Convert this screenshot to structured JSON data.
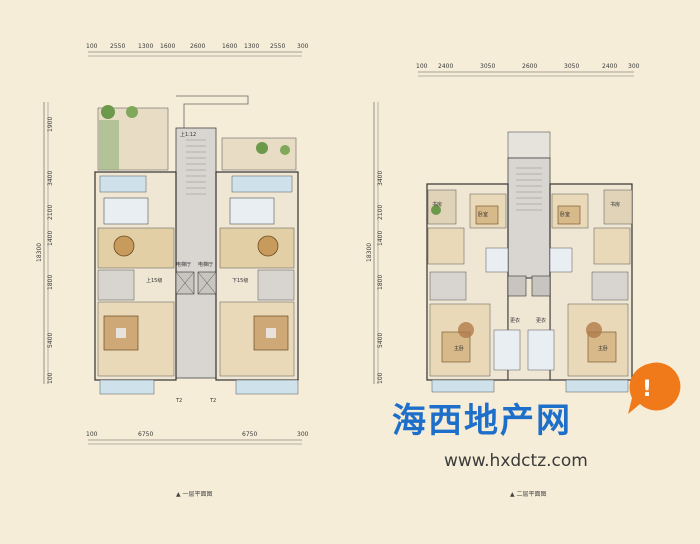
{
  "plan1": {
    "top_dims": [
      "100",
      "2550",
      "1300",
      "1600",
      "2600",
      "1600",
      "1300",
      "2550",
      "300"
    ],
    "bottom_dims": [
      "100",
      "6750",
      "6750",
      "300"
    ],
    "left_dims": [
      "1900",
      "3400",
      "2100",
      "1400",
      "1800",
      "5400",
      "100"
    ],
    "left_total": "18300",
    "caption": "▲ 一层平面图",
    "labels": {
      "up_top": "上1:12",
      "stair_note_l": "上15级",
      "stair_note_r": "下15级",
      "elev1": "电梯厅",
      "elev2": "电梯厅",
      "t2_a": "T2",
      "t2_b": "T2"
    }
  },
  "plan2": {
    "top_dims": [
      "100",
      "2400",
      "3050",
      "2600",
      "3050",
      "2400",
      "300"
    ],
    "left_dims": [
      "3400",
      "2100",
      "1400",
      "1800",
      "5400",
      "100"
    ],
    "left_total": "18300",
    "caption": "▲ 二层平面图",
    "labels": {
      "study_l": "书房",
      "study_r": "书房",
      "bath_l": "更衣",
      "bath_r": "更衣",
      "master_l": "主卧",
      "master_r": "主卧",
      "bed_l": "卧室",
      "bed_r": "卧室"
    }
  },
  "brand": {
    "name": "海西地产网",
    "url": "www.hxdctz.com",
    "accent": "#1e6fc9",
    "badge_color": "#f07a1a",
    "badge_glyph": "!"
  }
}
